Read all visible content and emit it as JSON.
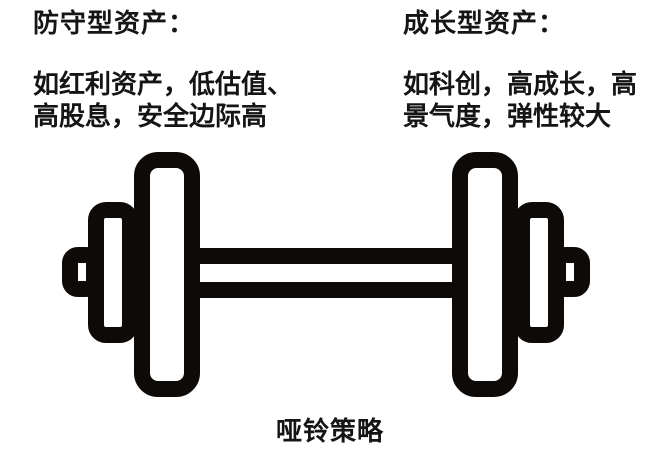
{
  "columns": {
    "defensive": {
      "heading": "防守型资产：",
      "lines": [
        "如红利资产，低估值、",
        "高股息，安全边际高"
      ]
    },
    "growth": {
      "heading": "成长型资产：",
      "lines": [
        "如科创，高成长，高",
        "景气度，弹性较大"
      ]
    }
  },
  "caption": "哑铃策略",
  "icon": {
    "name": "dumbbell-icon",
    "color": "#0d0a07"
  },
  "page": {
    "background": "#ffffff",
    "text_color": "#151515"
  }
}
